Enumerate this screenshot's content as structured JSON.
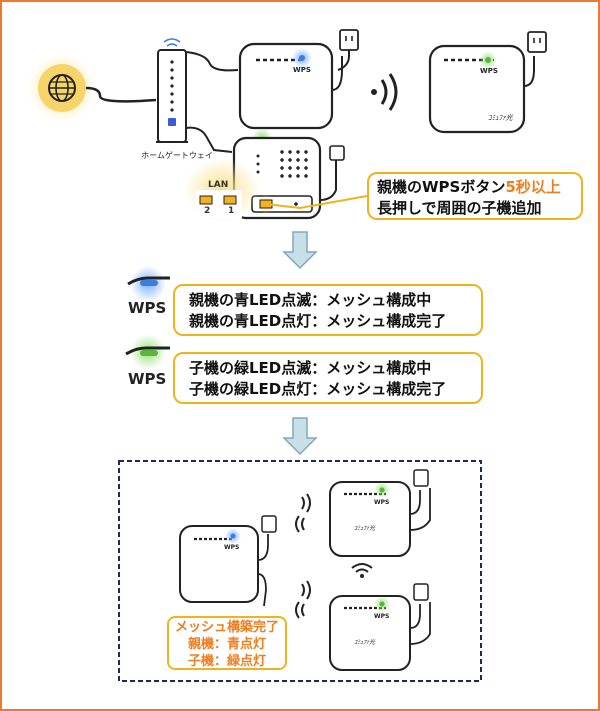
{
  "gateway": {
    "label": "ホームゲートウェイ"
  },
  "lan_panel": {
    "title": "LAN",
    "port2": "2",
    "port1": "1"
  },
  "step1": {
    "text_before": "親機のWPSボタン",
    "highlight": "5秒以上",
    "line2": "長押しで周囲の子機追加"
  },
  "parent_status": {
    "line1": "親機の青LED点滅：メッシュ構成中",
    "line2": "親機の青LED点灯：メッシュ構成完了",
    "icon_label": "WPS"
  },
  "child_status": {
    "line1": "子機の緑LED点滅：メッシュ構成中",
    "line2": "子機の緑LED点灯：メッシュ構成完了",
    "icon_label": "WPS"
  },
  "device_labels": {
    "wps": "WPS",
    "brand": "ｺﾐｭﾌｧ光"
  },
  "complete": {
    "title": "メッシュ構築完了",
    "parent": "親機：青点灯",
    "child": "子機：緑点灯"
  },
  "colors": {
    "accent_orange": "#ef7d22",
    "callout_border": "#f2b21e",
    "blue_led": "#3b7de0",
    "green_led": "#5ab63a",
    "dash_frame": "#1a2a5a",
    "arrow": "#a9ccd6"
  }
}
